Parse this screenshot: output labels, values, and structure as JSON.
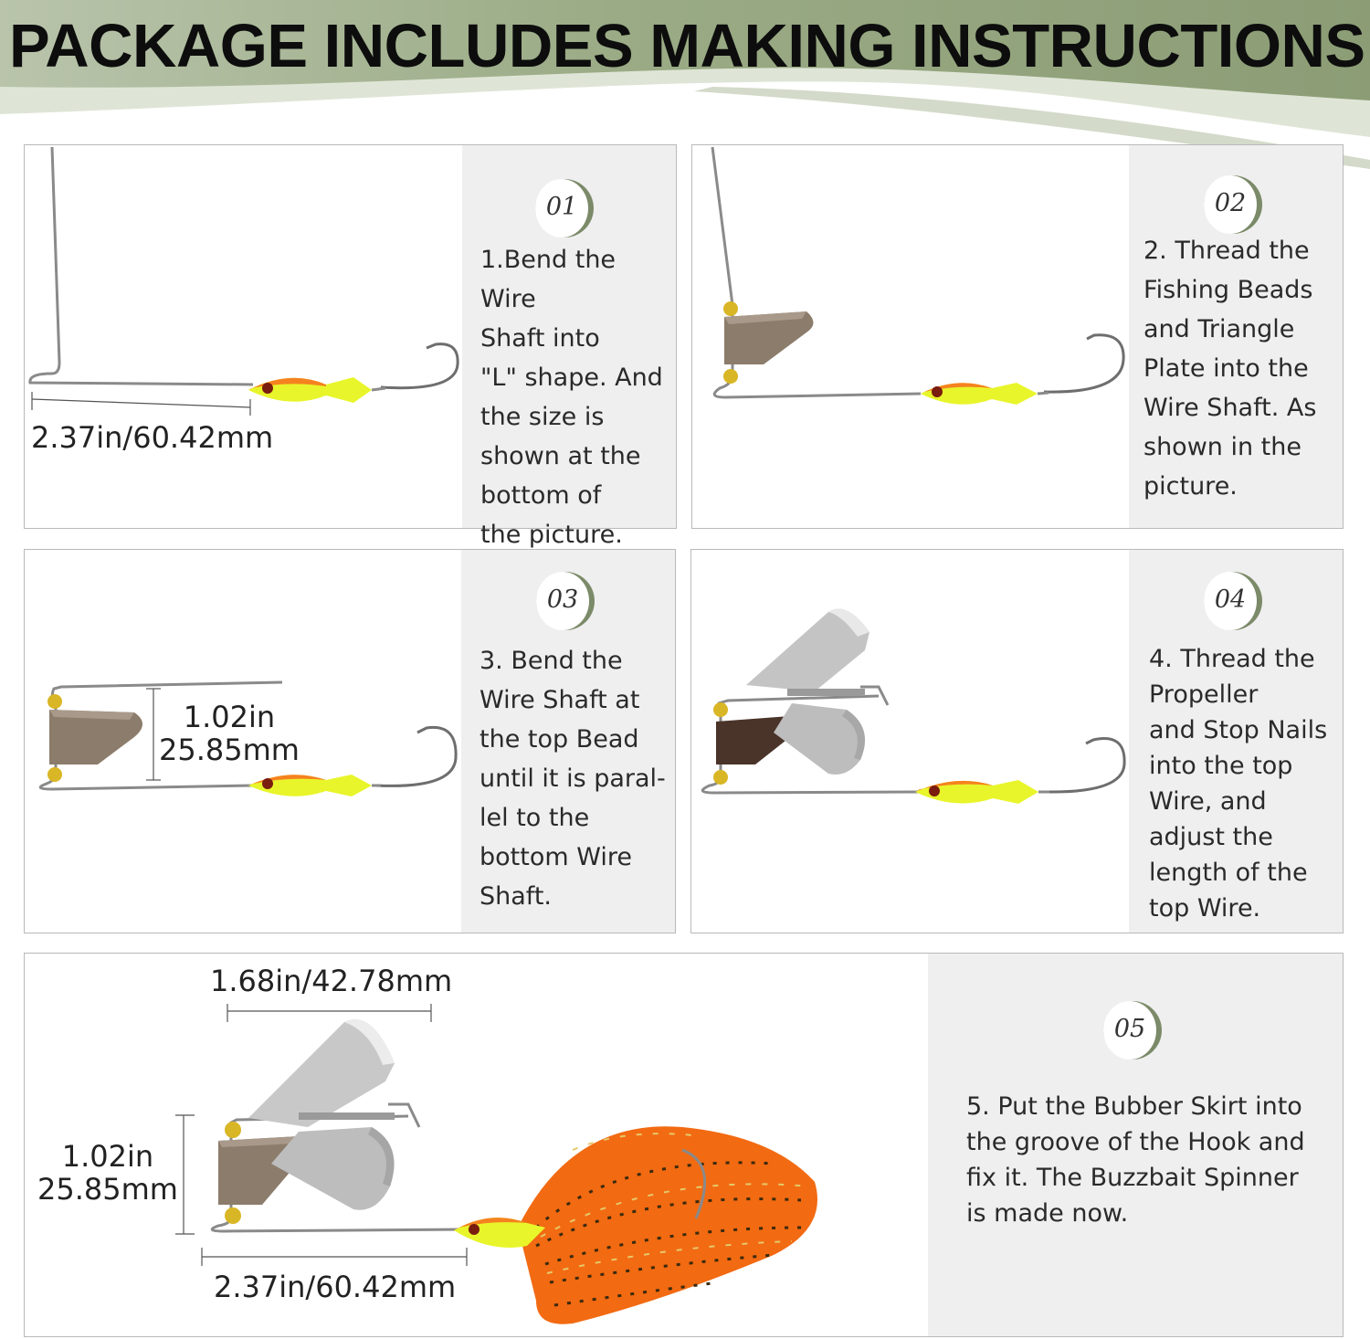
{
  "header": {
    "title": "PACKAGE INCLUDES MAKING INSTRUCTIONS",
    "banner_color": "#8fa07a"
  },
  "steps": [
    {
      "number": "01",
      "text": "1.Bend the Wire\nShaft into\n\"L\" shape. And\nthe size is\nshown at the\nbottom of\nthe picture.",
      "dimension": "2.37in/60.42mm"
    },
    {
      "number": "02",
      "text": "2. Thread the\nFishing Beads\nand Triangle\nPlate into the\nWire Shaft. As\nshown in the\npicture."
    },
    {
      "number": "03",
      "text": "3. Bend the\nWire Shaft at\nthe top Bead\nuntil it is paral-\nlel to the\nbottom Wire\nShaft.",
      "dimension": "1.02in\n25.85mm"
    },
    {
      "number": "04",
      "text": "4. Thread the\nPropeller\nand Stop Nails\ninto the top\nWire, and\nadjust the\nlength of the\ntop Wire."
    },
    {
      "number": "05",
      "text": "5. Put the Bubber Skirt into\nthe groove of the Hook and\nfix it. The Buzzbait Spinner\nis made now.",
      "dimension_top": "1.68in/42.78mm",
      "dimension_side": "1.02in\n25.85mm",
      "dimension_bottom": "2.37in/60.42mm"
    }
  ],
  "colors": {
    "badge_accent": "#7b8a68",
    "text_panel": "#efefef",
    "lure_head": "#e8f52a",
    "lure_head_top": "#f5821f",
    "skirt": "#f26a12"
  },
  "icons": [
    "wire-shaft-icon",
    "lure-head-icon",
    "hook-icon",
    "bead-icon",
    "triangle-plate-icon",
    "propeller-icon",
    "rubber-skirt-icon"
  ]
}
